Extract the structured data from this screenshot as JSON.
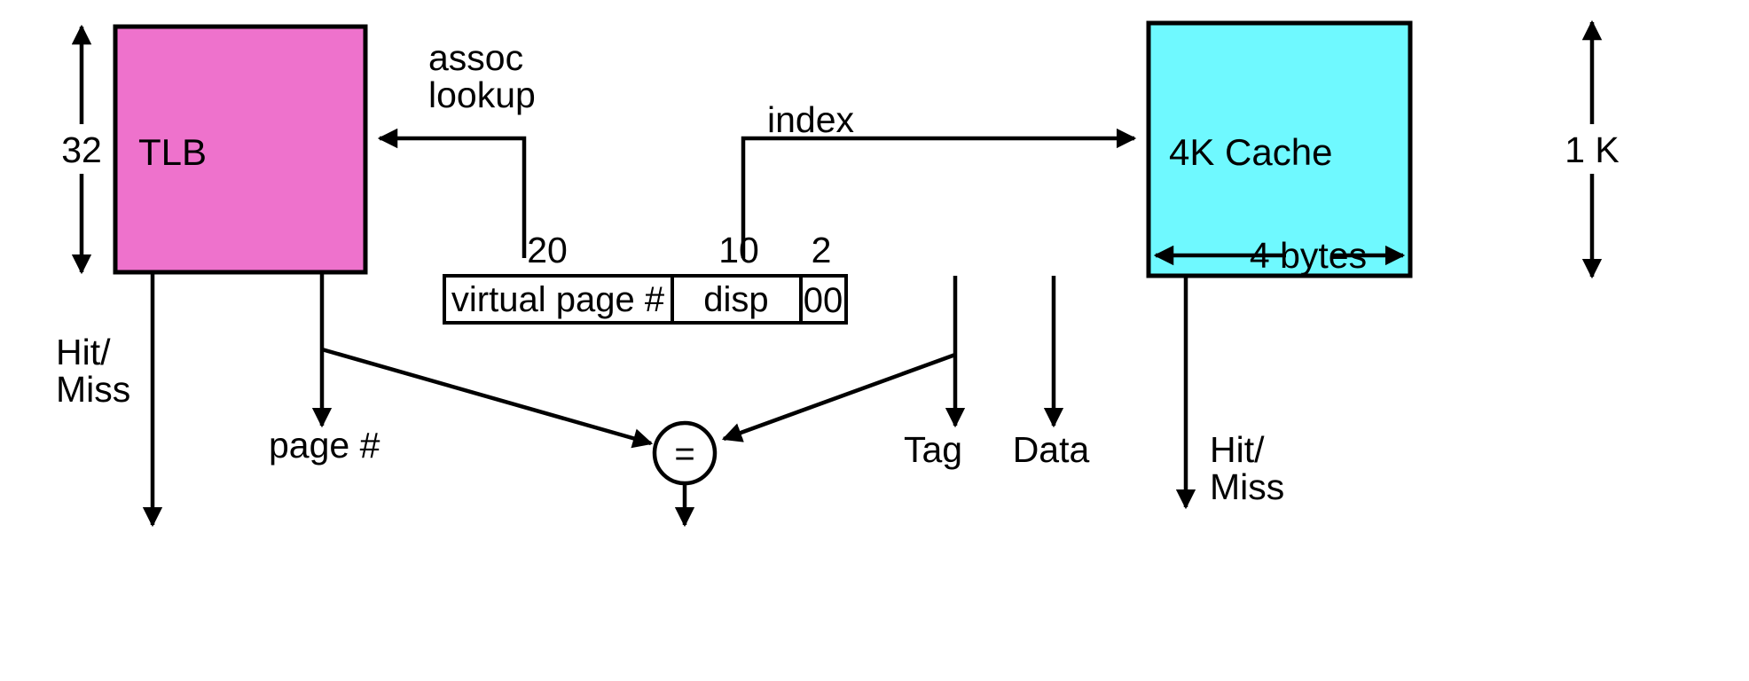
{
  "diagram": {
    "title": "Virtually indexed cache with parallel TLB lookup",
    "background_color": "#ffffff",
    "stroke_color": "#000000"
  },
  "blocks": {
    "tlb": {
      "label": "TLB",
      "fill_color": "#EE72CC",
      "height_label": "32"
    },
    "cache": {
      "label": "4K Cache",
      "fill_color": "#6FF9FF",
      "height_label": "1 K",
      "width_label": "4 bytes"
    }
  },
  "address_field": {
    "segments": [
      {
        "name": "virtual-page-number",
        "label": "virtual page #",
        "bits": "20"
      },
      {
        "name": "displacement",
        "label": "disp",
        "bits": "10"
      },
      {
        "name": "byte-offset",
        "label": "00",
        "bits": "2"
      }
    ]
  },
  "edges": {
    "assoc_lookup": "assoc\nlookup",
    "assoc_lookup_line1": "assoc",
    "assoc_lookup_line2": "lookup",
    "index": "index"
  },
  "outputs": {
    "tlb_hit_miss_line1": "Hit/",
    "tlb_hit_miss_line2": "Miss",
    "tlb_page_number": "page #",
    "cache_tag": "Tag",
    "cache_data": "Data",
    "cache_hit_miss_line1": "Hit/",
    "cache_hit_miss_line2": "Miss"
  },
  "comparator": {
    "label": "=",
    "name": "equality-comparator"
  }
}
